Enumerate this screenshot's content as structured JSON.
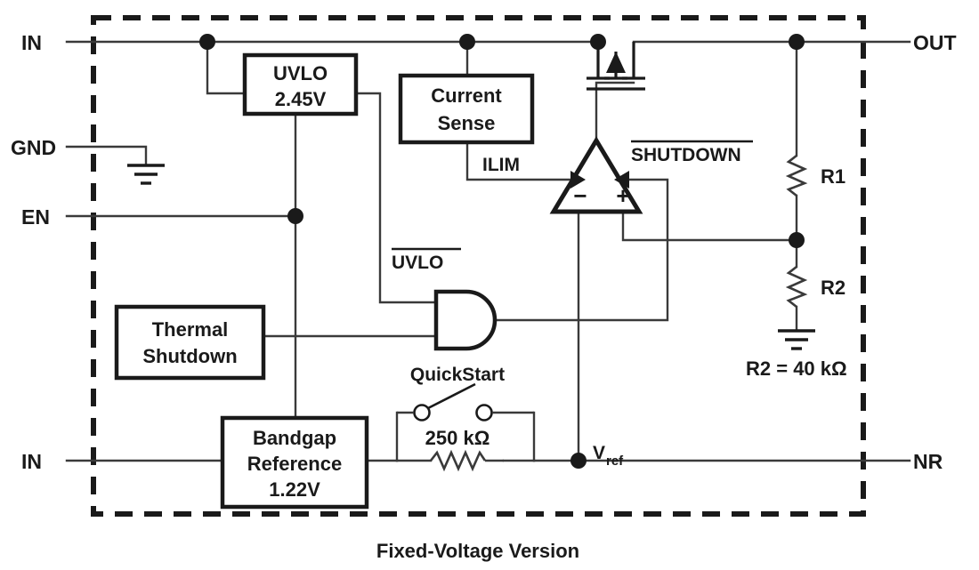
{
  "diagram": {
    "caption": "Fixed-Voltage Version",
    "border_style": "dashed",
    "colors": {
      "ink": "#1a1a1a",
      "wire": "#3a3a3a",
      "background": "#ffffff"
    }
  },
  "pins": {
    "in_top": "IN",
    "gnd": "GND",
    "en": "EN",
    "in_bottom": "IN",
    "out": "OUT",
    "nr": "NR"
  },
  "blocks": {
    "uvlo": {
      "line1": "UVLO",
      "line2": "2.45V"
    },
    "current_sense": {
      "line1": "Current",
      "line2": "Sense"
    },
    "thermal": {
      "line1": "Thermal",
      "line2": "Shutdown"
    },
    "bandgap": {
      "line1": "Bandgap",
      "line2": "Reference",
      "line3": "1.22V"
    }
  },
  "signals": {
    "ilim": "ILIM",
    "shutdown": "SHUTDOWN",
    "uvlo_bar": "UVLO",
    "vref_base": "V",
    "vref_sub": "ref",
    "quickstart": "QuickStart"
  },
  "components": {
    "r1": "R1",
    "r2": "R2",
    "r2_value": "R2 = 40 kΩ",
    "quickstart_resistor": "250 kΩ",
    "opamp_minus": "−",
    "opamp_plus": "+"
  }
}
